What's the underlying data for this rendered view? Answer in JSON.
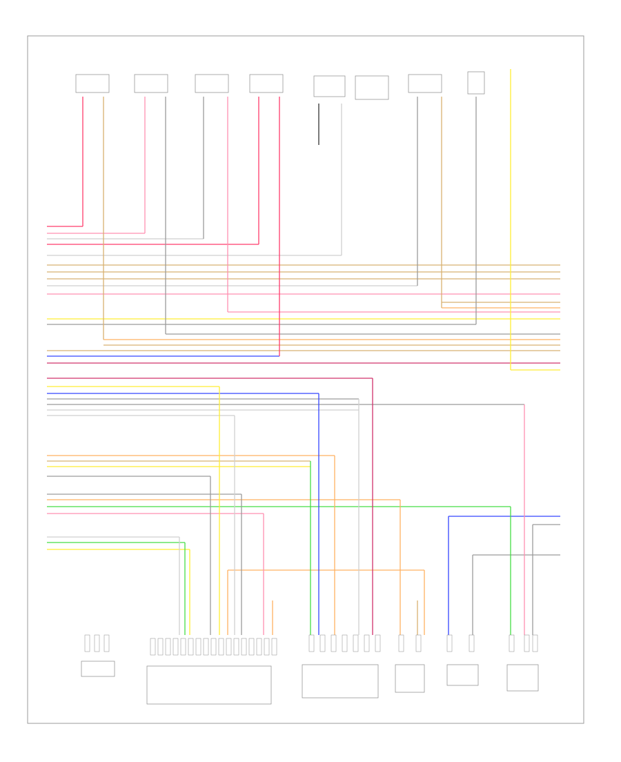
{
  "diagram": {
    "footer_text": "",
    "colors": {
      "red": "#ff3b6b",
      "pink": "#ff8fb0",
      "orange": "#ffb060",
      "tan": "#d8b070",
      "yellow": "#ffee33",
      "blue": "#3344ff",
      "green": "#44dd44",
      "gray": "#9a9a9a",
      "light_gray": "#cfcfcf",
      "dark": "#333333",
      "purple_red": "#d0306a"
    },
    "top_components": [
      {
        "id": "sensor-1",
        "label": "",
        "icon": "sensor-connector"
      },
      {
        "id": "sensor-2",
        "label": "",
        "icon": "sensor-connector"
      },
      {
        "id": "sensor-3",
        "label": "",
        "icon": "sensor-connector"
      },
      {
        "id": "sensor-4",
        "label": "",
        "icon": "sensor-connector"
      },
      {
        "id": "relay-module",
        "label": "",
        "icon": "relay-switch"
      },
      {
        "id": "sensor-5",
        "label": "",
        "icon": "sensor-connector"
      },
      {
        "id": "fuse-box",
        "label": "",
        "icon": "fuse"
      },
      {
        "id": "hot-at-all-times",
        "label": "",
        "icon": "power-feed"
      }
    ],
    "bottom_components": [
      {
        "id": "pressure-sensor",
        "label": "",
        "icon": "pressure-sensor"
      },
      {
        "id": "ecm-connector",
        "label": "",
        "icon": "control-module"
      },
      {
        "id": "dual-oxygen-sensor",
        "label": "",
        "icon": "oxygen-sensor"
      },
      {
        "id": "oxygen-sensor-small",
        "label": "",
        "icon": "oxygen-sensor"
      },
      {
        "id": "temperature-sensor",
        "label": "",
        "icon": "temperature-sensor"
      },
      {
        "id": "fuel-pump-module",
        "label": "",
        "icon": "pump-module"
      }
    ]
  }
}
